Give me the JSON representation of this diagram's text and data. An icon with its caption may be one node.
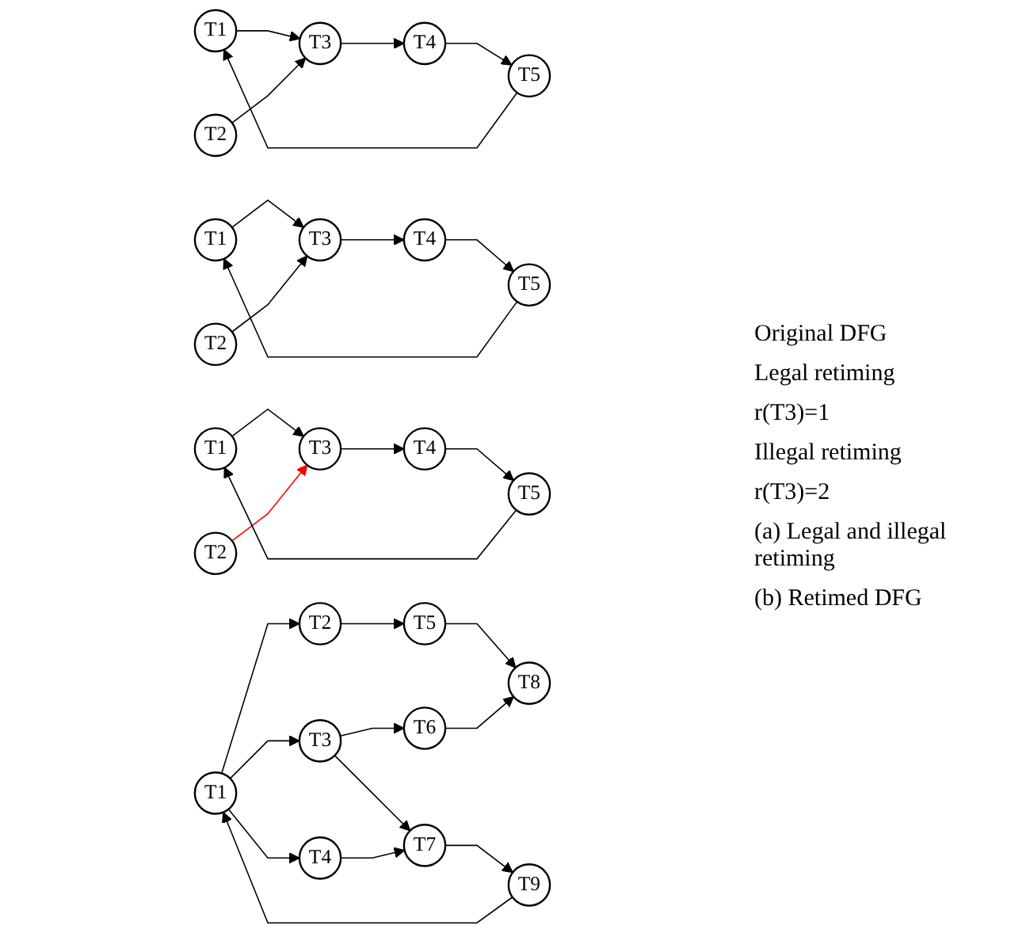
{
  "diagram": {
    "nodes": [
      {
        "text": [
          "T1"
        ]
      },
      {
        "text": [
          "T2"
        ]
      },
      {
        "text": [
          "T3"
        ]
      },
      {
        "text": [
          "T4"
        ]
      },
      {
        "text": [
          "T5"
        ]
      },
      {
        "text": [
          "T1"
        ]
      },
      {
        "text": [
          "T2"
        ]
      },
      {
        "text": [
          "T3"
        ]
      },
      {
        "text": [
          "T4"
        ]
      },
      {
        "text": [
          "T5"
        ]
      },
      {
        "text": [
          "T1"
        ]
      },
      {
        "text": [
          "T2"
        ]
      },
      {
        "text": [
          "T3"
        ]
      },
      {
        "text": [
          "T4"
        ]
      },
      {
        "text": [
          "T5"
        ]
      },
      {
        "text": [
          "T1"
        ]
      },
      {
        "text": [
          "T2"
        ]
      },
      {
        "text": [
          "T3"
        ]
      },
      {
        "text": [
          "T4"
        ]
      },
      {
        "text": [
          "T5"
        ]
      },
      {
        "text": [
          "T6"
        ]
      },
      {
        "text": [
          "T7"
        ]
      },
      {
        "text": [
          "T8"
        ]
      },
      {
        "text": [
          "T9"
        ]
      }
    ],
    "edges": [
      {
        "from": 0,
        "to": 2,
        "arrow": "to"
      },
      {
        "from": 1,
        "to": 2,
        "arrow": "to"
      },
      {
        "from": 2,
        "to": 3,
        "arrow": "to"
      },
      {
        "from": 3,
        "to": 4,
        "arrow": "to"
      },
      {
        "from": 4,
        "to": 0,
        "arrow": "to"
      },
      {
        "from": 5,
        "to": 7,
        "arrow": "to"
      },
      {
        "from": 6,
        "to": 7,
        "arrow": "to"
      },
      {
        "from": 7,
        "to": 8,
        "arrow": "to"
      },
      {
        "from": 8,
        "to": 9,
        "arrow": "to"
      },
      {
        "from": 9,
        "to": 5,
        "arrow": "to"
      },
      {
        "from": 10,
        "to": 12,
        "arrow": "to"
      },
      {
        "from": 11,
        "to": 12,
        "arrow": "to",
        "color": "#ff0000"
      },
      {
        "from": 12,
        "to": 13,
        "arrow": "to"
      },
      {
        "from": 13,
        "to": 14,
        "arrow": "to"
      },
      {
        "from": 14,
        "to": 10,
        "arrow": "to"
      },
      {
        "from": 15,
        "to": 16,
        "arrow": "to"
      },
      {
        "from": 15,
        "to": 17,
        "arrow": "to"
      },
      {
        "from": 15,
        "to": 18,
        "arrow": "to"
      },
      {
        "from": 16,
        "to": 19,
        "arrow": "to"
      },
      {
        "from": 17,
        "to": 20,
        "arrow": "to"
      },
      {
        "from": 17,
        "to": 21,
        "arrow": "to"
      },
      {
        "from": 18,
        "to": 21,
        "arrow": "to"
      },
      {
        "from": 19,
        "to": 22,
        "arrow": "to"
      },
      {
        "from": 20,
        "to": 22,
        "arrow": "to"
      },
      {
        "from": 21,
        "to": 23,
        "arrow": "to"
      },
      {
        "from": 23,
        "to": 15,
        "arrow": "to"
      }
    ],
    "labels": [
      "Original DFG",
      "Legal retiming",
      "r(T3)=1",
      "Illegal retiming",
      "r(T3)=2",
      "(a) Legal and illegal retiming",
      "(b) Retimed DFG"
    ]
  }
}
